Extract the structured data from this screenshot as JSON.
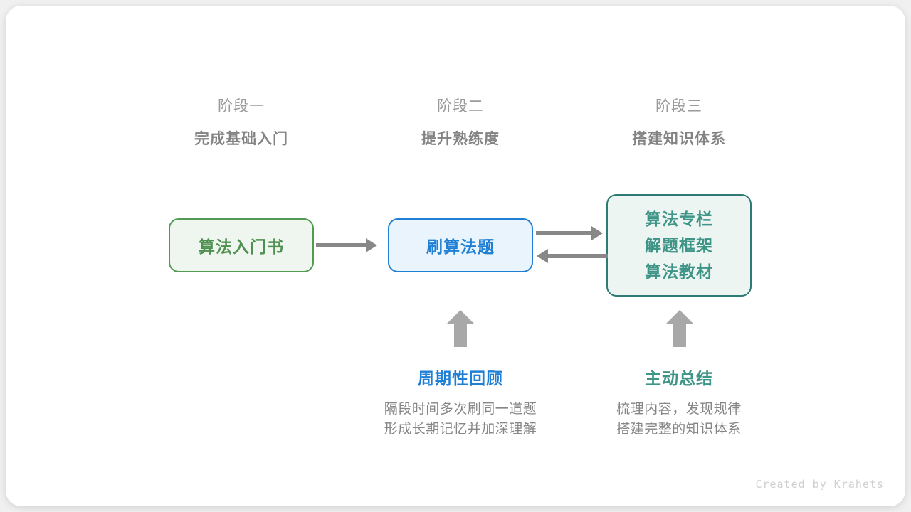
{
  "stages": [
    {
      "label": "阶段一",
      "title": "完成基础入门"
    },
    {
      "label": "阶段二",
      "title": "提升熟练度"
    },
    {
      "label": "阶段三",
      "title": "搭建知识体系"
    }
  ],
  "nodes": {
    "intro_book": {
      "text": "算法入门书",
      "color": "#4d9050",
      "border": "#539a53",
      "fill": "#eff6ef"
    },
    "practice": {
      "text": "刷算法题",
      "color": "#1f7fd4",
      "border": "#1f7fd4",
      "fill": "#e9f4fd"
    },
    "resources": {
      "lines": [
        "算法专栏",
        "解题框架",
        "算法教材"
      ],
      "color": "#3e9486",
      "border": "#2e7b73",
      "fill": "#edf5f3"
    }
  },
  "connectors": {
    "color": "#888888",
    "intro_to_practice": "arrow-right",
    "practice_to_resources": "arrow-right",
    "resources_to_practice": "arrow-left",
    "review_up": "arrow-up",
    "summary_up": "arrow-up"
  },
  "notes": [
    {
      "title": "周期性回顾",
      "color": "#1f7fd4",
      "desc_line1": "隔段时间多次刷同一道题",
      "desc_line2": "形成长期记忆并加深理解"
    },
    {
      "title": "主动总结",
      "color": "#3e9486",
      "desc_line1": "梳理内容，发现规律",
      "desc_line2": "搭建完整的知识体系"
    }
  ],
  "credit": "Created by Krahets"
}
